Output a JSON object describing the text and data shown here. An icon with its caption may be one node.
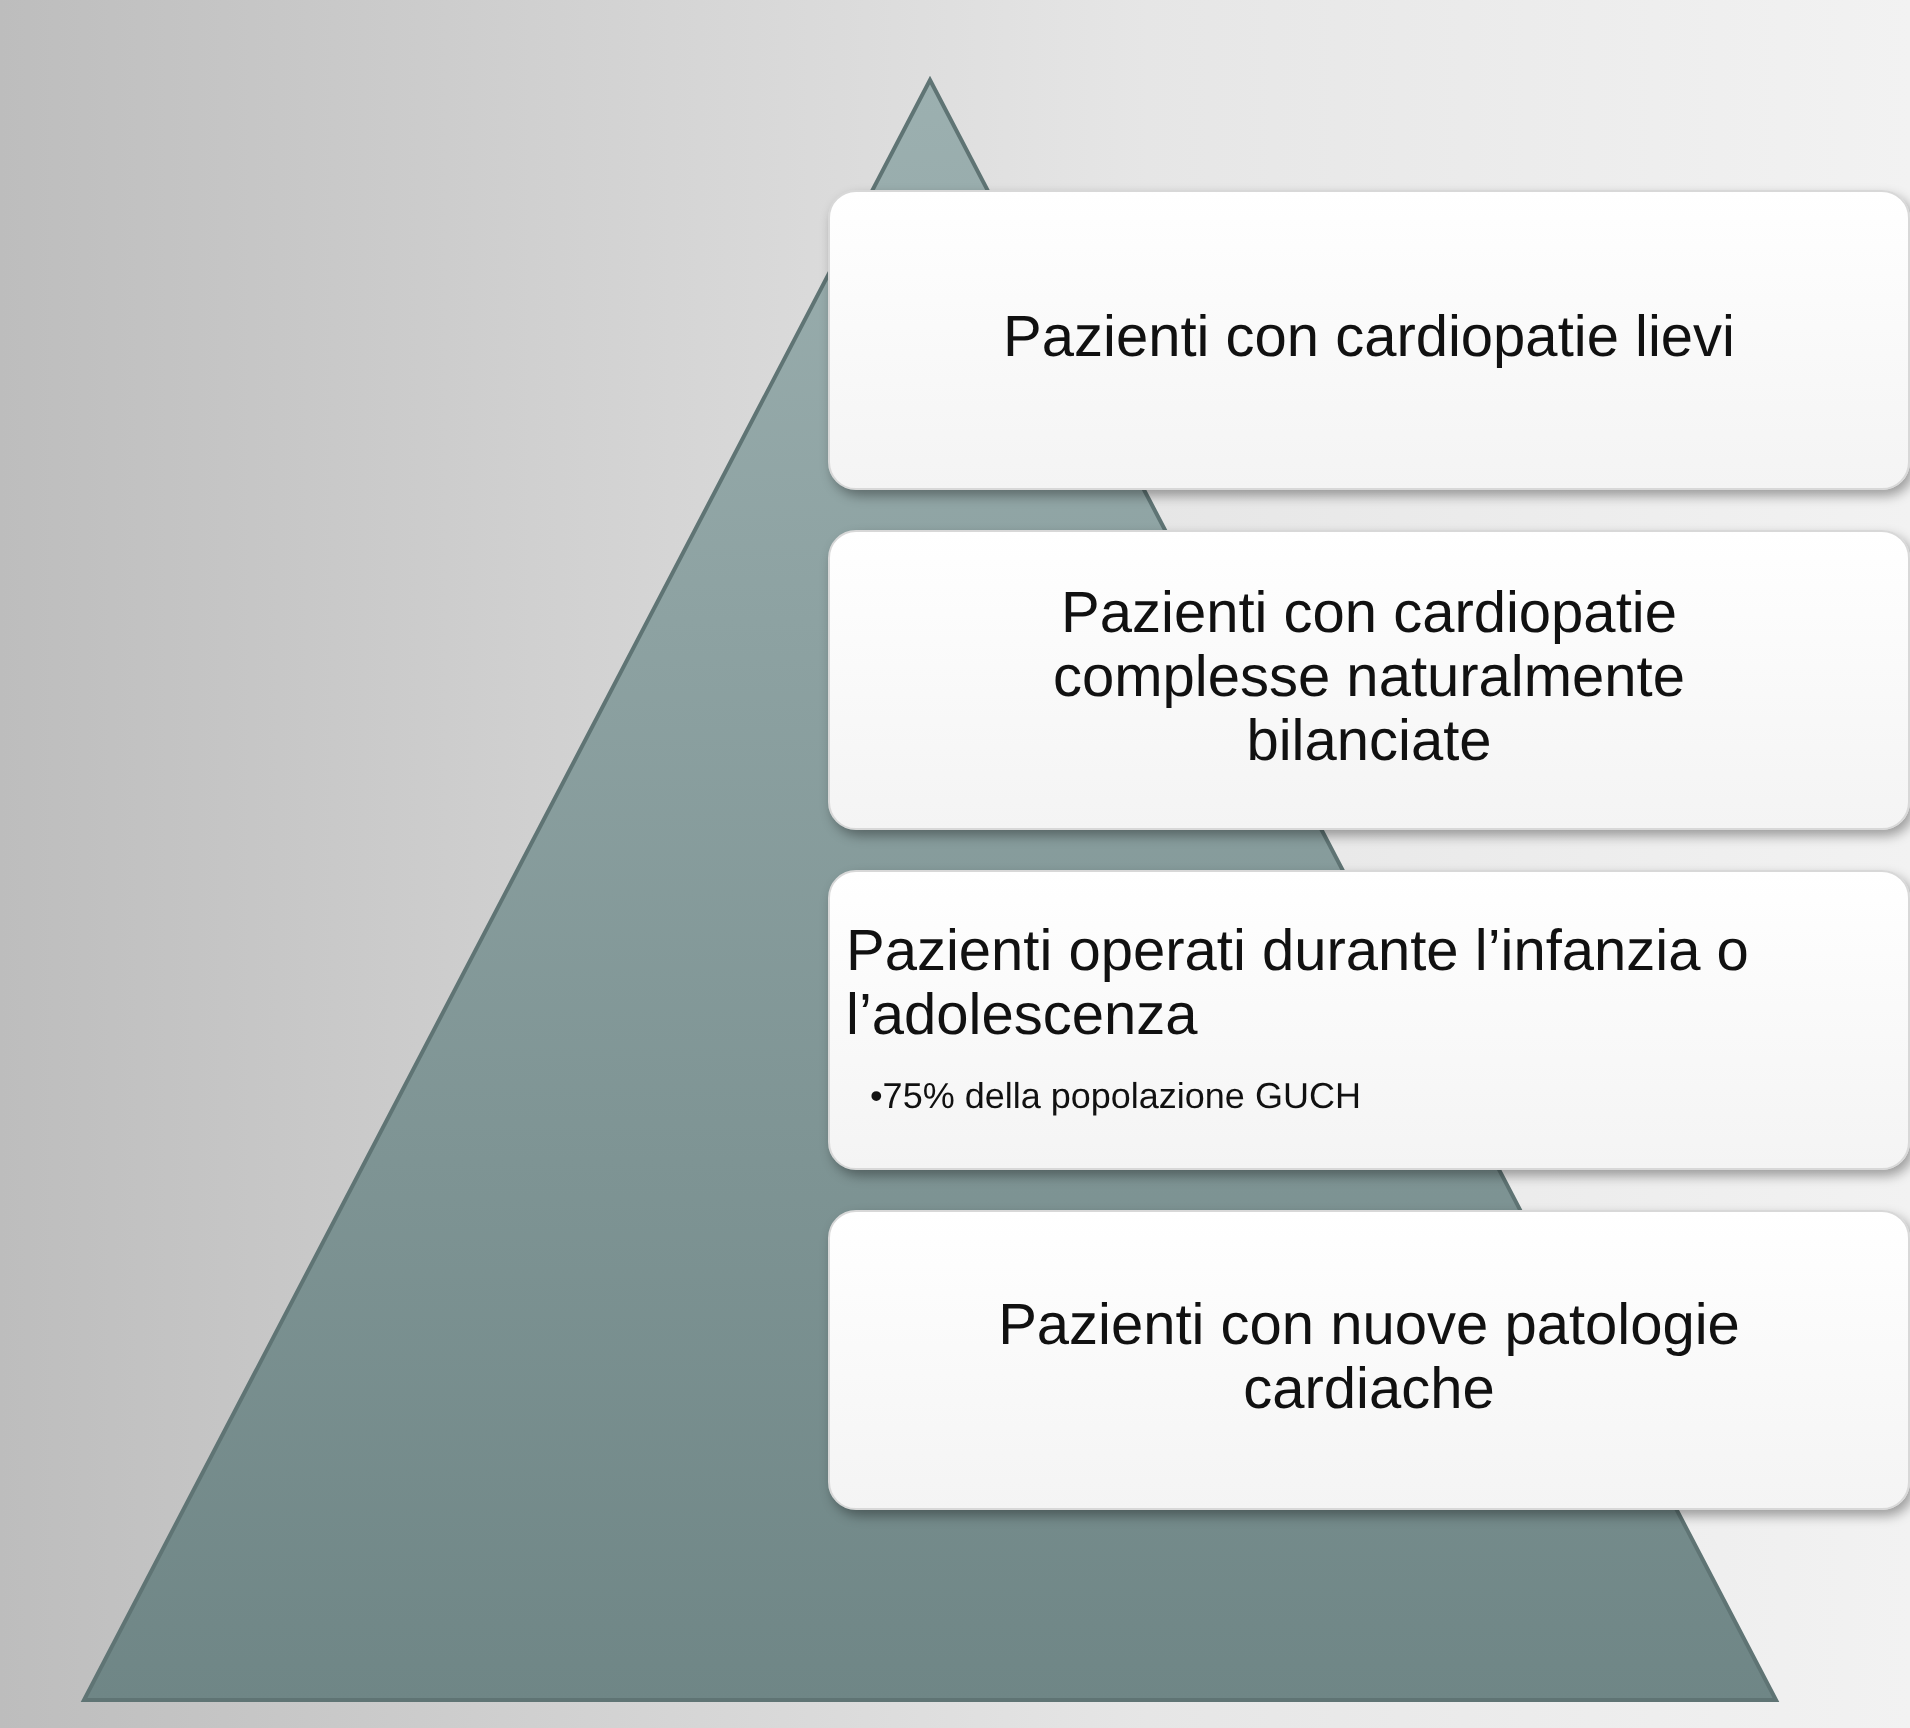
{
  "diagram": {
    "nodes": [
      {
        "text": [],
        "shape": "triangle"
      },
      {
        "text": [
          "Pazienti con cardiopatie lievi"
        ]
      },
      {
        "text": [
          "Pazienti con cardiopatie complesse naturalmente bilanciate"
        ]
      },
      {
        "text": [
          "Pazienti operati durante l’infanzia o l’adolescenza",
          "•75% della popolazione GUCH"
        ]
      },
      {
        "text": [
          "Pazienti con nuove patologie cardiache"
        ]
      }
    ],
    "edges": []
  }
}
